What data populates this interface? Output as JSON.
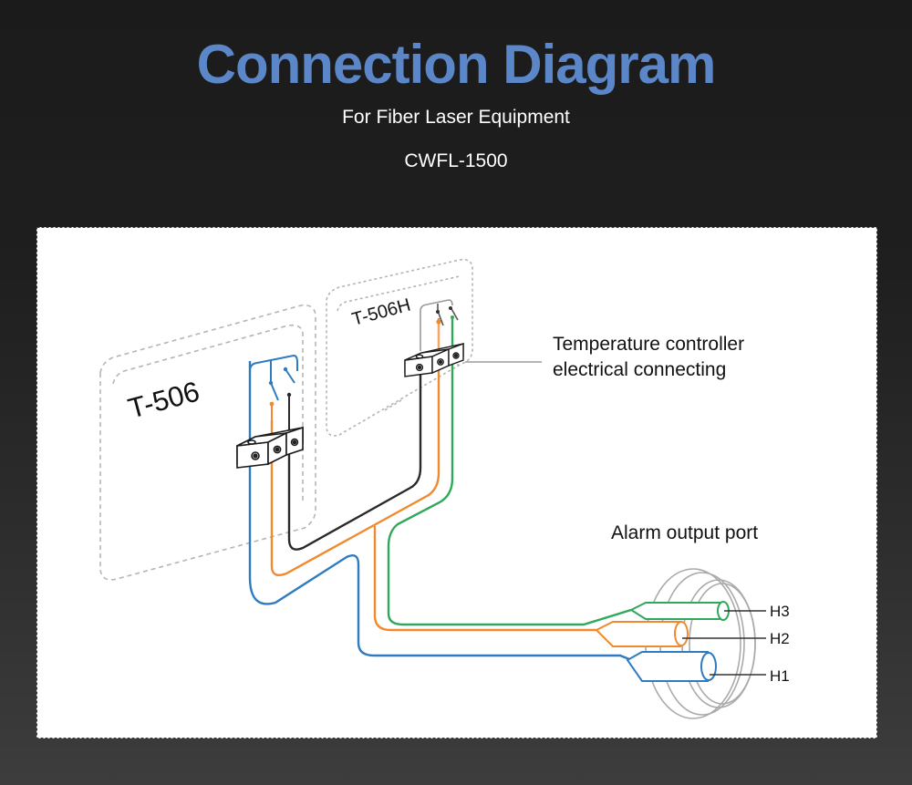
{
  "header": {
    "title": "Connection Diagram",
    "subtitle": "For Fiber Laser Equipment",
    "model": "CWFL-1500"
  },
  "diagram": {
    "controllers": [
      {
        "name": "T-506"
      },
      {
        "name": "T-506H"
      }
    ],
    "annotations": {
      "temperature_controller_line1": "Temperature controller",
      "temperature_controller_line2": "electrical connecting",
      "alarm_port": "Alarm output port"
    },
    "pins": [
      {
        "label": "H3",
        "wire_color": "#2fa85a"
      },
      {
        "label": "H2",
        "wire_color": "#f08a2c"
      },
      {
        "label": "H1",
        "wire_color": "#2f7bc0"
      }
    ],
    "wire_colors": {
      "blue": "#2f7bc0",
      "orange": "#f08a2c",
      "black": "#2a2a2a",
      "green": "#2fa85a"
    }
  }
}
